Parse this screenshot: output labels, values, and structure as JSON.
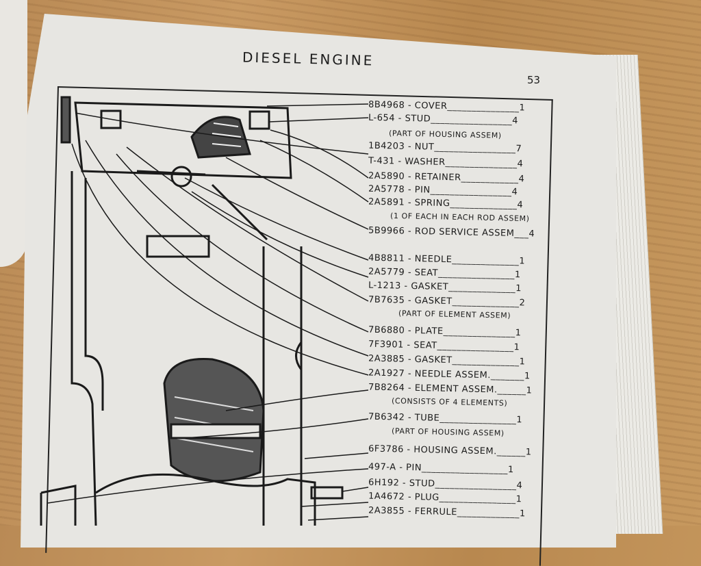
{
  "header": {
    "title": "DIESEL ENGINE",
    "page_number": "53"
  },
  "parts": [
    {
      "part": "8B4968",
      "name": "COVER",
      "qty": "1"
    },
    {
      "part": "L-654",
      "name": "STUD",
      "qty": "4"
    },
    {
      "part": "1B4203",
      "name": "NUT",
      "qty": "7"
    },
    {
      "part": "T-431",
      "name": "WASHER",
      "qty": "4"
    },
    {
      "part": "2A5890",
      "name": "RETAINER",
      "qty": "4"
    },
    {
      "part": "2A5778",
      "name": "PIN",
      "qty": "4"
    },
    {
      "part": "2A5891",
      "name": "SPRING",
      "qty": "4"
    },
    {
      "part": "5B9966",
      "name": "ROD SERVICE ASSEM",
      "qty": "4"
    },
    {
      "part": "4B8811",
      "name": "NEEDLE",
      "qty": "1"
    },
    {
      "part": "2A5779",
      "name": "SEAT",
      "qty": "1"
    },
    {
      "part": "L-1213",
      "name": "GASKET",
      "qty": "1"
    },
    {
      "part": "7B7635",
      "name": "GASKET",
      "qty": "2"
    },
    {
      "part": "7B6880",
      "name": "PLATE",
      "qty": "1"
    },
    {
      "part": "7F3901",
      "name": "SEAT",
      "qty": "1"
    },
    {
      "part": "2A3885",
      "name": "GASKET",
      "qty": "1"
    },
    {
      "part": "2A1927",
      "name": "NEEDLE ASSEM.",
      "qty": "1"
    },
    {
      "part": "7B8264",
      "name": "ELEMENT ASSEM.",
      "qty": "1"
    },
    {
      "part": "7B6342",
      "name": "TUBE",
      "qty": "1"
    },
    {
      "part": "6F3786",
      "name": "HOUSING ASSEM.",
      "qty": "1"
    },
    {
      "part": "497-A",
      "name": "PIN",
      "qty": "1"
    },
    {
      "part": "6H192",
      "name": "STUD",
      "qty": "4"
    },
    {
      "part": "1A4672",
      "name": "PLUG",
      "qty": "1"
    },
    {
      "part": "2A3855",
      "name": "FERRULE",
      "qty": "1"
    }
  ],
  "notes": [
    "(PART OF HOUSING ASSEM)",
    "(1 OF EACH IN EACH ROD ASSEM)",
    "(PART OF ELEMENT ASSEM)",
    "(CONSISTS OF 4 ELEMENTS)",
    "(PART OF HOUSING ASSEM)"
  ]
}
